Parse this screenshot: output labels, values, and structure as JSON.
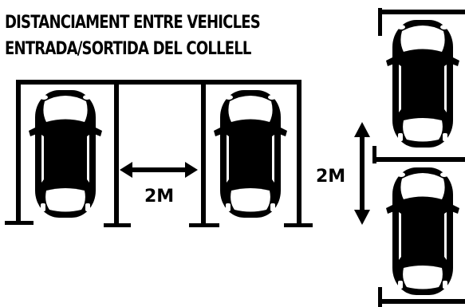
{
  "title": {
    "line1": "DISTANCIAMENT ENTRE VEHICLES",
    "line2": "ENTRADA/SORTIDA DEL COLLELL"
  },
  "diagram": {
    "horizontal_gap_label": "2M",
    "vertical_gap_label": "2M",
    "car_icon": "car-top-view-icon",
    "ink_color": "#000000",
    "background_color": "#ffffff"
  }
}
